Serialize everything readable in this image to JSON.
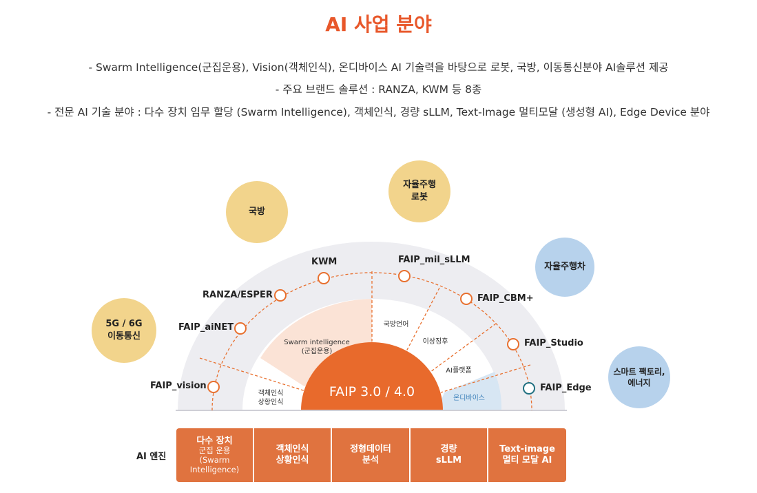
{
  "title": "AI 사업 분야",
  "descriptions": [
    "- Swarm Intelligence(군집운용), Vision(객체인식), 온디바이스 AI 기술력을 바탕으로 로봇, 국방, 이동통신분야 AI솔루션 제공",
    "- 주요 브랜드 솔루션 : RANZA, KWM 등 8종",
    "- 전문 AI 기술 분야 : 다수 장치 임무 할당 (Swarm Intelligence), 객체인식, 경량 sLLM, Text-Image 멀티모달 (생성형 AI), Edge Device 분야"
  ],
  "domains": {
    "defense": "국방",
    "robot": "자율주행\n로봇",
    "car": "자율주행차",
    "telecom": "5G / 6G\n이동통신",
    "factory": "스마트 팩토리,\n에너지"
  },
  "nodes": {
    "vision": "FAIP_vision",
    "ainet": "FAIP_aiNET",
    "ranza": "RANZA/ESPER",
    "kwm": "KWM",
    "sllm": "FAIP_mil_sLLM",
    "cbm": "FAIP_CBM+",
    "studio": "FAIP_Studio",
    "edge": "FAIP_Edge"
  },
  "sectors": {
    "swarm": "Swarm intelligence\n(군집운용)",
    "object": "객체인식\n상황인식",
    "milang": "국방언어",
    "anomaly": "이상징후",
    "platform": "AI플랫폼",
    "ondevice": "온디바이스"
  },
  "core": "FAIP 3.0 / 4.0",
  "engine_label": "AI 엔진",
  "engines": [
    {
      "main": "다수 장치",
      "sub": "군집 운용\n(Swarm\nIntelligence)"
    },
    {
      "main": "객체인식\n상황인식",
      "sub": ""
    },
    {
      "main": "정형데이터\n분석",
      "sub": ""
    },
    {
      "main": "경량\nsLLM",
      "sub": ""
    },
    {
      "main": "Text-image\n멀티 모달 AI",
      "sub": ""
    }
  ],
  "colors": {
    "accent": "#e8572a",
    "orange": "#e0733f",
    "tan": "#f2d48c",
    "blue": "#b7d2ec",
    "edge": "#1f6f80"
  }
}
